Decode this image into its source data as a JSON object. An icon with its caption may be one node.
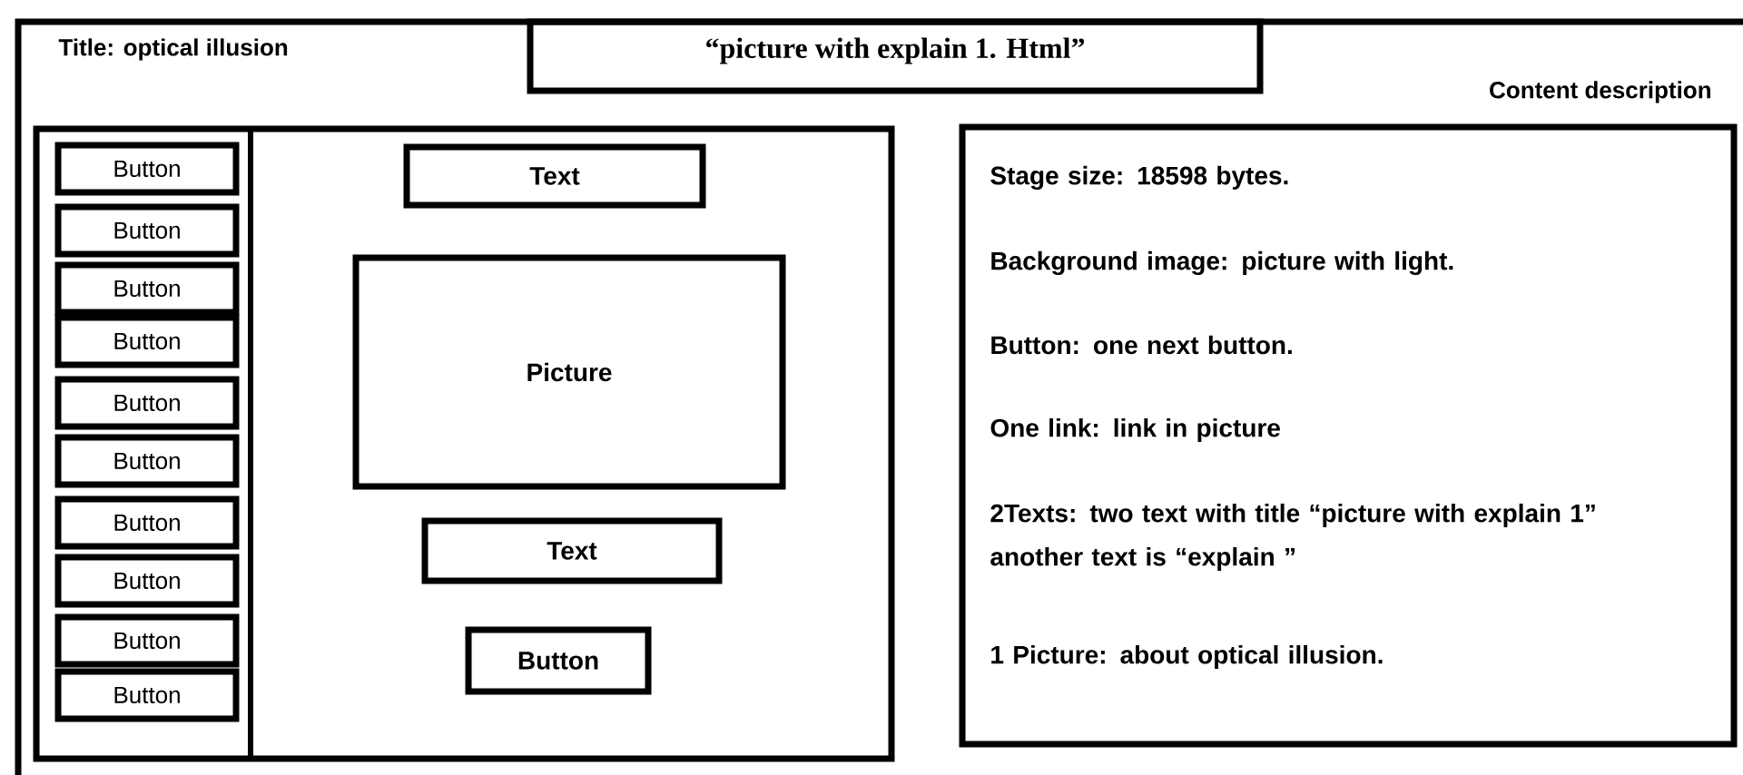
{
  "diagram": {
    "nodes": [
      {
        "text": [
          "Title: optical illusion"
        ]
      },
      {
        "text": [
          "“picture with explain 1. Html”"
        ],
        "in": 0
      },
      {
        "text": [],
        "shape": "box",
        "in": 0
      },
      {
        "text": [],
        "shape": "box",
        "in": 2
      },
      {
        "text": [
          "Button"
        ],
        "in": 3
      },
      {
        "text": [
          "Button"
        ],
        "in": 3
      },
      {
        "text": [
          "Button"
        ],
        "in": 3
      },
      {
        "text": [
          "Button"
        ],
        "in": 3
      },
      {
        "text": [
          "Button"
        ],
        "in": 3
      },
      {
        "text": [
          "Button"
        ],
        "in": 3
      },
      {
        "text": [
          "Button"
        ],
        "in": 3
      },
      {
        "text": [
          "Button"
        ],
        "in": 3
      },
      {
        "text": [
          "Button"
        ],
        "in": 3
      },
      {
        "text": [
          "Button"
        ],
        "in": 3
      },
      {
        "text": [
          "Text"
        ],
        "in": 2
      },
      {
        "text": [
          "Picture"
        ],
        "in": 2
      },
      {
        "text": [
          "Text"
        ],
        "in": 2
      },
      {
        "text": [
          "Button"
        ],
        "in": 2
      },
      {
        "text": [
          "Content description",
          "Stage size: 18598 bytes.",
          "Background image: picture with light.",
          "Button: one next button.",
          "One link:  link in picture",
          "2Texts: two text with title “picture with explain 1” another text is “explain ”",
          "1 Picture: about optical illusion."
        ],
        "in": 0
      }
    ],
    "edges": []
  }
}
